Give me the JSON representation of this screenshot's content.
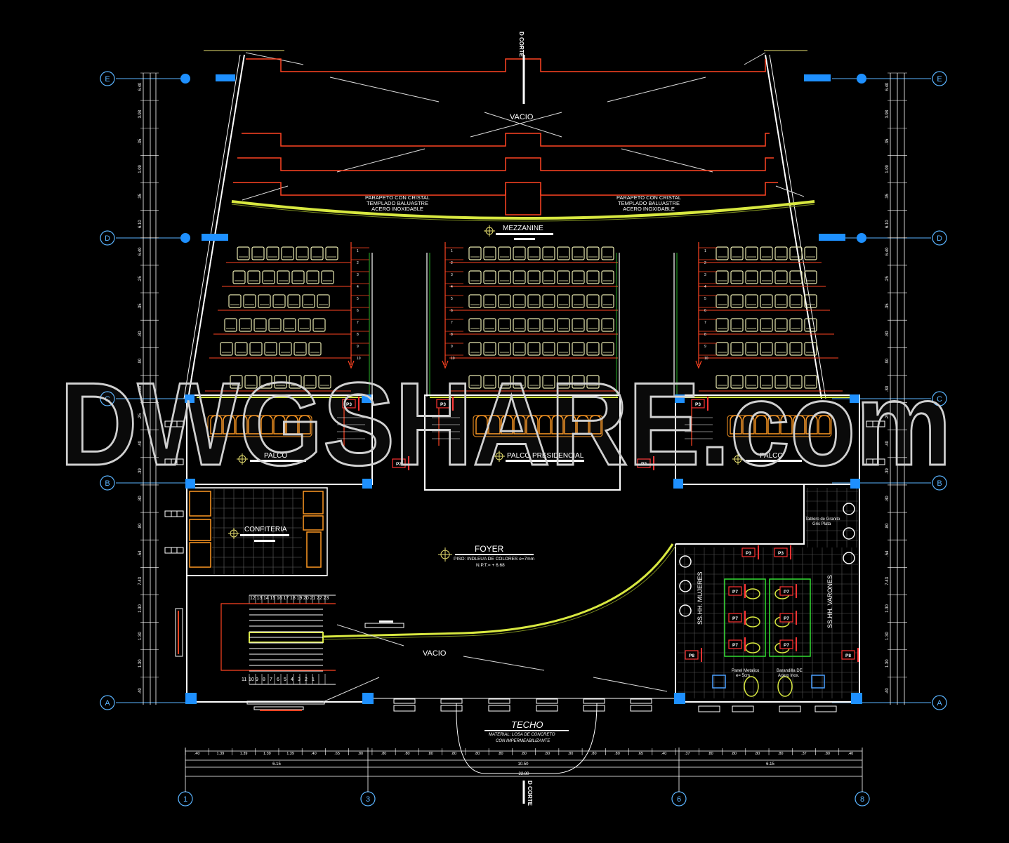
{
  "colors": {
    "background": "#000000",
    "wall": "#ffffff",
    "axis": "#5ab4ff",
    "column": "#1e90ff",
    "step": "#ff4422",
    "railing": "#d8e840",
    "seat": "#e8e8b0",
    "lounge": "#ff9922",
    "green": "#33dd33",
    "watermark": "#d0d0d0"
  },
  "axes": {
    "rows": [
      "E",
      "D",
      "C",
      "B",
      "A"
    ],
    "cols": [
      "1",
      "3",
      "6",
      "8"
    ]
  },
  "labels": {
    "vacio_top": "VACIO",
    "parapet_left": [
      "PARAPETO CON CRISTAL",
      "TEMPLADO BALUASTRE",
      "ACERO INOXIDABLE"
    ],
    "parapet_right": [
      "PARAPETO CON CRISTAL",
      "TEMPLADO BALUASTRE",
      "ACERO INOXIDABLE"
    ],
    "mezzanine": "MEZZANINE",
    "palco_left": "PALCO",
    "palco_presidencial": "PALCO PRESIDENCIAL",
    "palco_right": "PALCO",
    "confiteria": "CONFITERIA",
    "foyer": "FOYER",
    "foyer_floor": "PISO: INDLEUA DE COLORES e=7mm",
    "foyer_level": "N.P.T.= + 6.68",
    "vacio_bottom": "VACIO",
    "ss_mujeres": "SS.HH. MUJERES",
    "ss_varones": "SS.HH. VARONES",
    "tablero": [
      "Tablero de Granito",
      "Gris Plata"
    ],
    "panel": [
      "Panel Metalico",
      "e= 5cm"
    ],
    "barandas": [
      "Barandilla DE",
      "Acero Inox."
    ],
    "techo": "TECHO",
    "techo_sub": [
      "MATERIAL: LOSA DE CONCRETO",
      "CON IMPERMEABILIZANTE"
    ],
    "corte_top": "D CORTE",
    "corte_bottom": "D CORTE",
    "watermark": "DWGSHARE.com"
  },
  "dims_left": [
    "6.40",
    "3.98",
    ".35",
    "1.09",
    ".35",
    "6.10",
    "6.40",
    ".25",
    ".35",
    ".80",
    ".90",
    ".80",
    ".25",
    ".40",
    ".39",
    ".80",
    ".80",
    ".54",
    "7.43",
    "1.30",
    "1.30",
    "1.30",
    ".40"
  ],
  "dims_right": [
    "6.40",
    "3.98",
    ".35",
    "1.09",
    ".35",
    "6.10",
    "6.40",
    ".25",
    ".35",
    ".80",
    ".90",
    ".80",
    ".25",
    ".40",
    ".39",
    ".80",
    ".80",
    ".54",
    "7.43",
    "1.30",
    "1.30",
    "1.30",
    ".40"
  ],
  "dims_bottom_row1": [
    ".40",
    "1.39",
    "1.39",
    "1.39",
    "1.39",
    ".40",
    ".65",
    ".80",
    ".80",
    ".80",
    ".80",
    ".80",
    ".80",
    ".80",
    ".80",
    ".80",
    ".80",
    ".80",
    ".80",
    ".65",
    ".40",
    ".37",
    ".80",
    ".80",
    ".80",
    ".80",
    ".37",
    ".80",
    ".40"
  ],
  "dims_bottom_row2": [
    "6.15",
    "10.50",
    "6.15"
  ],
  "dims_bottom_total": "22.80",
  "stair_numbers_top": [
    "12",
    "13",
    "14",
    "15",
    "16",
    "17",
    "18",
    "19",
    "20",
    "21",
    "22",
    "23"
  ],
  "stair_numbers_bottom": [
    "11",
    "10",
    "9",
    "8",
    "7",
    "6",
    "5",
    "4",
    "3",
    "2",
    "1"
  ],
  "row_numbers": [
    "1",
    "2",
    "3",
    "4",
    "5",
    "6",
    "7",
    "8",
    "9",
    "10"
  ],
  "door_tags": [
    "P3",
    "P3",
    "P3",
    "P2",
    "P2",
    "P2",
    "P3",
    "P3",
    "P7",
    "P7",
    "P7",
    "P7",
    "P7",
    "P7",
    "P8",
    "P8"
  ]
}
